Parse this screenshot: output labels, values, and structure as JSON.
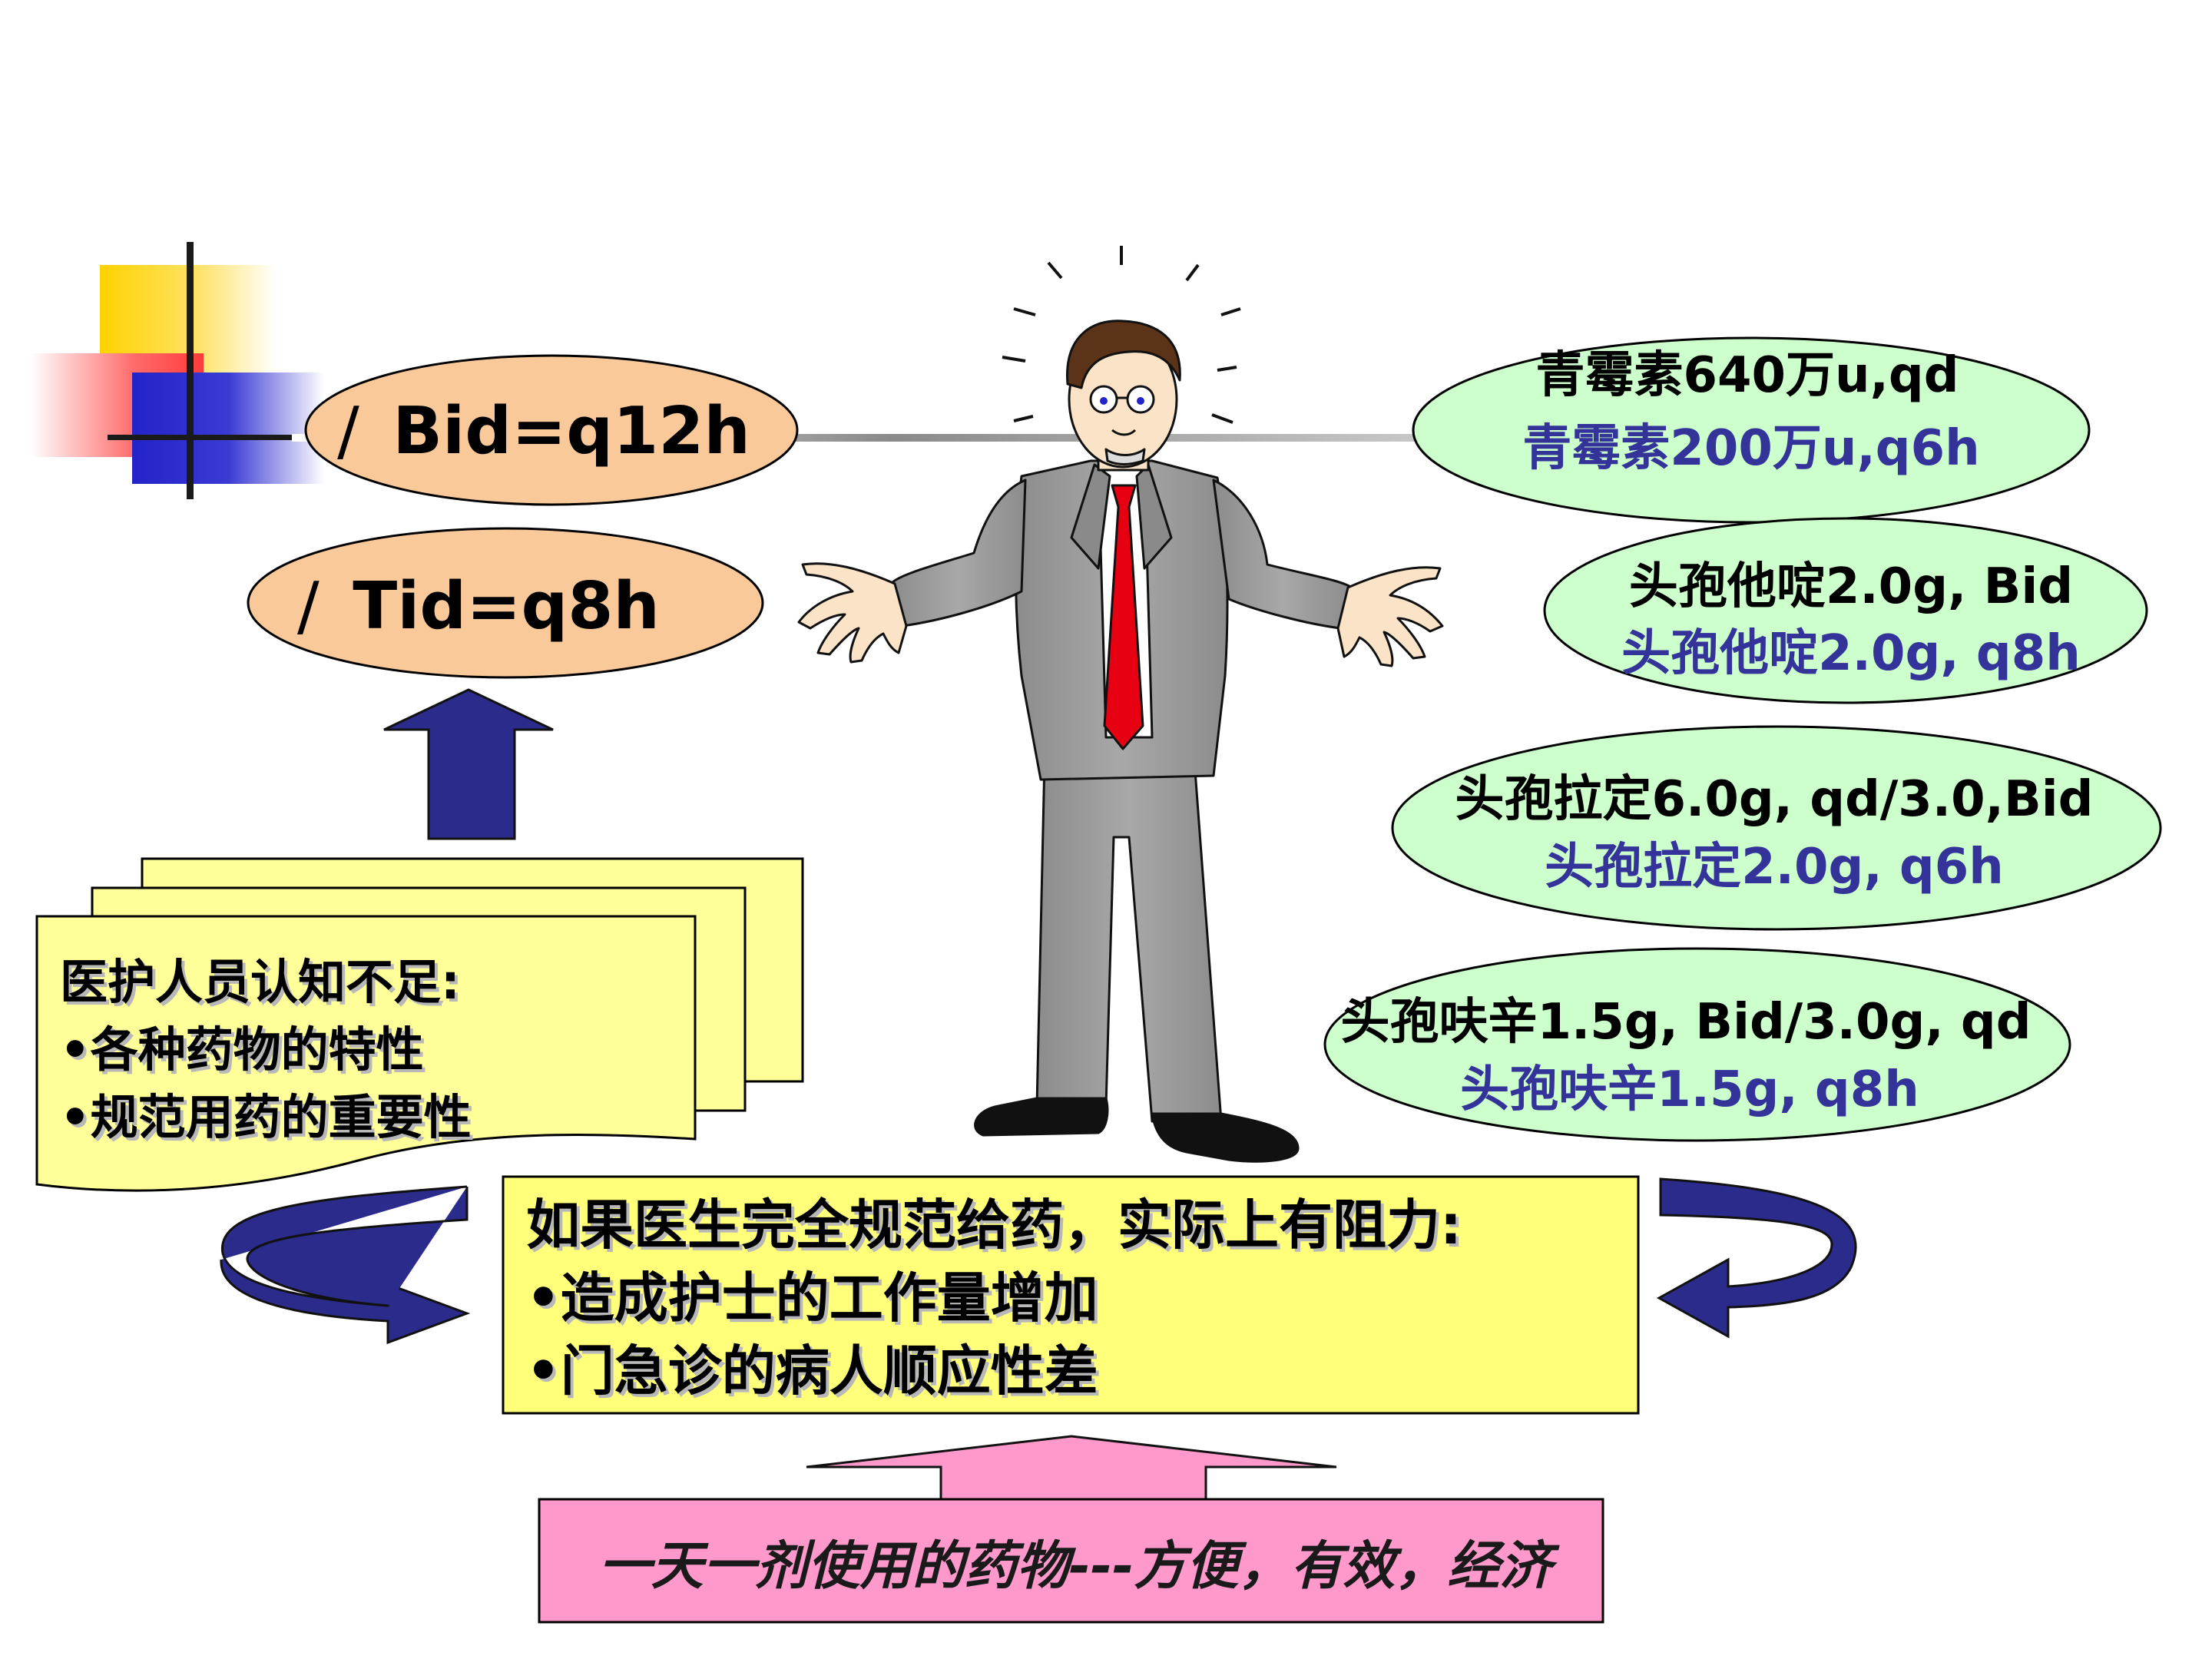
{
  "colors": {
    "freq_oval": "#f9c99a",
    "regimen_oval": "#ccffcc",
    "old_regimen_text": "#000000",
    "new_regimen_text": "#33339a",
    "arrow_blue": "#2b2b8c",
    "note_yellow": "#ffff99",
    "box_yellow": "#ffff7a",
    "box_pink": "#ff99cc",
    "tie_red": "#e60012",
    "suit_gray": "#9a9a9a"
  },
  "frequency": [
    {
      "slash": "/",
      "label": "Bid=q12h"
    },
    {
      "slash": "/",
      "label": "Tid=q8h"
    }
  ],
  "regimens": [
    {
      "old": "青霉素640万u,qd",
      "new": "青霉素200万u,q6h"
    },
    {
      "old": "头孢他啶2.0g, Bid",
      "new": "头孢他啶2.0g, q8h"
    },
    {
      "old": "头孢拉定6.0g, qd/3.0,Bid",
      "new": "头孢拉定2.0g, q6h"
    },
    {
      "old": "头孢呋辛1.5g, Bid/3.0g, qd",
      "new": "头孢呋辛1.5g, q8h"
    }
  ],
  "staff_note": {
    "title": "医护人员认知不足:",
    "items": [
      "•各种药物的特性",
      "•规范用药的重要性"
    ]
  },
  "resistance_box": {
    "title": "如果医生完全规范给药，实际上有阻力:",
    "items": [
      "•造成护士的工作量增加",
      "•门急诊的病人顺应性差"
    ]
  },
  "bottom_box": {
    "text": "一天一剂使用的药物---方便，有效，经济"
  }
}
